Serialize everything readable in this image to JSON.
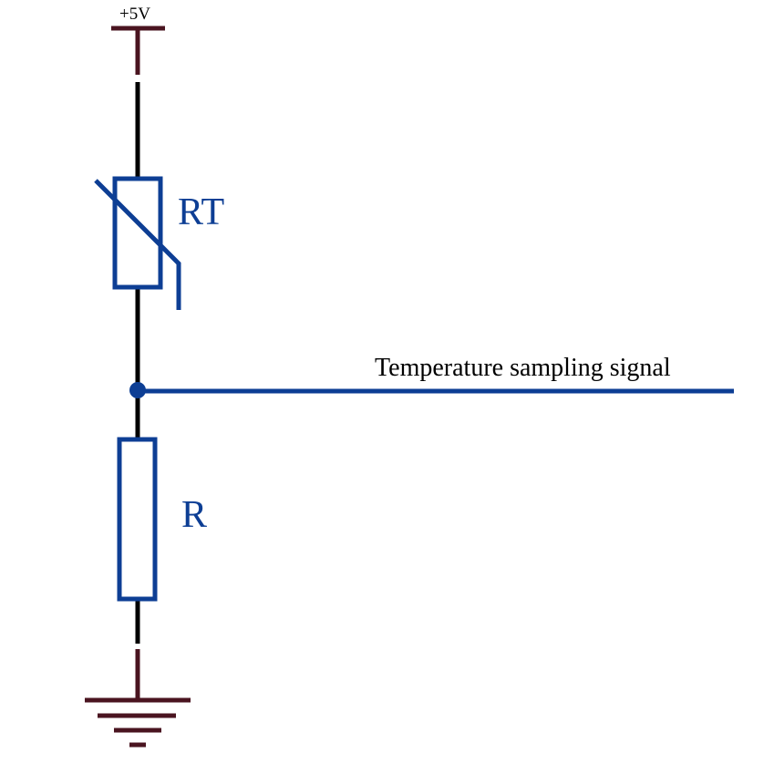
{
  "labels": {
    "supply": "+5V",
    "thermistor": "RT",
    "resistor": "R",
    "signal": "Temperature sampling signal"
  },
  "colors": {
    "wire": "#000000",
    "component": "#0d3e94",
    "power": "#4a1420",
    "background": "#ffffff"
  },
  "symbols": {
    "supply": "power-rail-symbol",
    "thermistor": "thermistor-symbol",
    "resistor": "resistor-symbol",
    "ground": "ground-symbol",
    "junction": "junction-dot"
  }
}
